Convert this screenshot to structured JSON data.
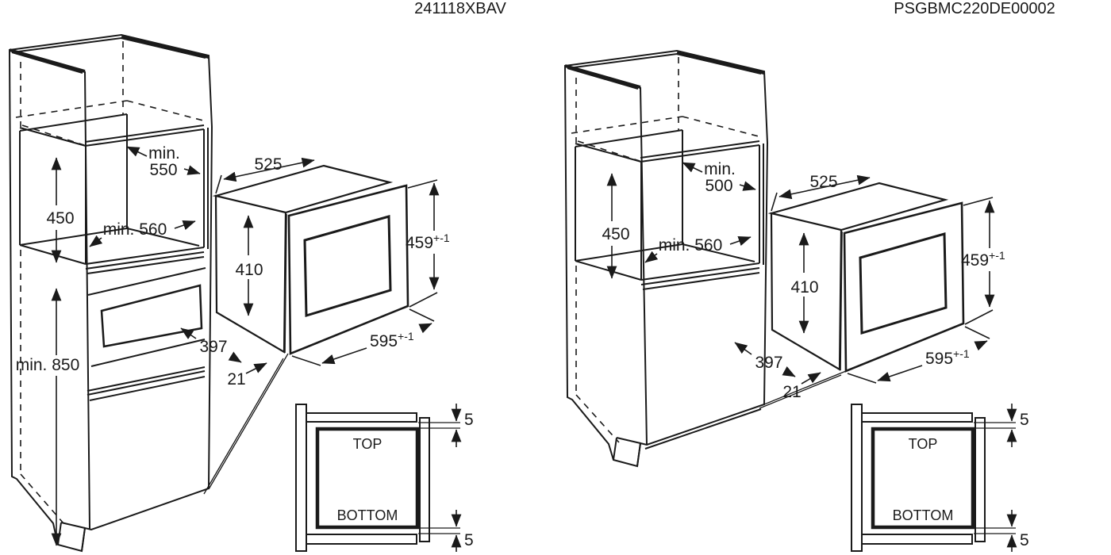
{
  "header": {
    "left_code": "241118XBAV",
    "right_code": "PSGBMC220DE00002"
  },
  "microwave": {
    "width": "525",
    "body_height": "410",
    "front_height": "459",
    "front_height_tol": "+-1",
    "front_width": "595",
    "front_width_tol": "+-1"
  },
  "section": {
    "top": "TOP",
    "bottom": "BOTTOM",
    "gap_top": "5",
    "gap_bottom": "5"
  },
  "cabinet_left": {
    "niche_depth_min_label": "min.",
    "niche_depth": "550",
    "niche_height": "450",
    "niche_width": "min. 560",
    "floor_clearance": "min. 850",
    "depth": "397",
    "protrusion": "21"
  },
  "cabinet_right": {
    "niche_depth_min_label": "min.",
    "niche_depth": "500",
    "niche_height": "450",
    "niche_width": "min. 560",
    "depth": "397",
    "protrusion": "21"
  },
  "colors": {
    "line": "#1a1a1a",
    "background": "#ffffff"
  }
}
